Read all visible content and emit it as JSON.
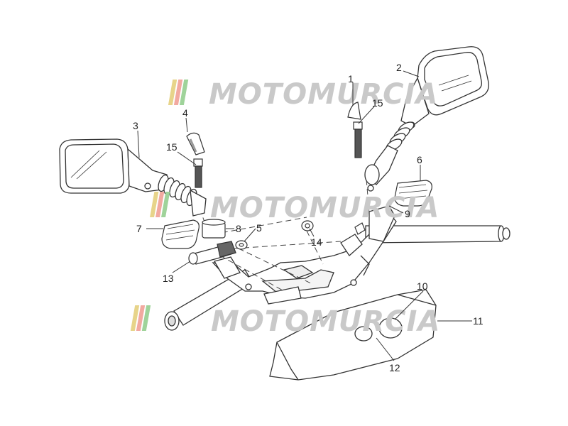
{
  "diagram": {
    "type": "exploded-parts-diagram",
    "subject": "handlebar assembly with mirrors and cover",
    "line_color": "#333333",
    "part_fill": "#ffffff",
    "rubber_fill": "#444444",
    "watermark": {
      "text": "MOTOMURCIA",
      "text_color": "#c9c9c9",
      "stripe_colors": [
        "#e7d48a",
        "#f2a9a0",
        "#9fd39a"
      ]
    },
    "callouts": [
      {
        "id": "1",
        "label": "1"
      },
      {
        "id": "2",
        "label": "2"
      },
      {
        "id": "3",
        "label": "3"
      },
      {
        "id": "4",
        "label": "4"
      },
      {
        "id": "5",
        "label": "5"
      },
      {
        "id": "6",
        "label": "6"
      },
      {
        "id": "7",
        "label": "7"
      },
      {
        "id": "8",
        "label": "8"
      },
      {
        "id": "9",
        "label": "9"
      },
      {
        "id": "10",
        "label": "10"
      },
      {
        "id": "11",
        "label": "11"
      },
      {
        "id": "12",
        "label": "12"
      },
      {
        "id": "13",
        "label": "13"
      },
      {
        "id": "14",
        "label": "14"
      },
      {
        "id": "15-left",
        "label": "15"
      },
      {
        "id": "15-right",
        "label": "15"
      }
    ]
  }
}
